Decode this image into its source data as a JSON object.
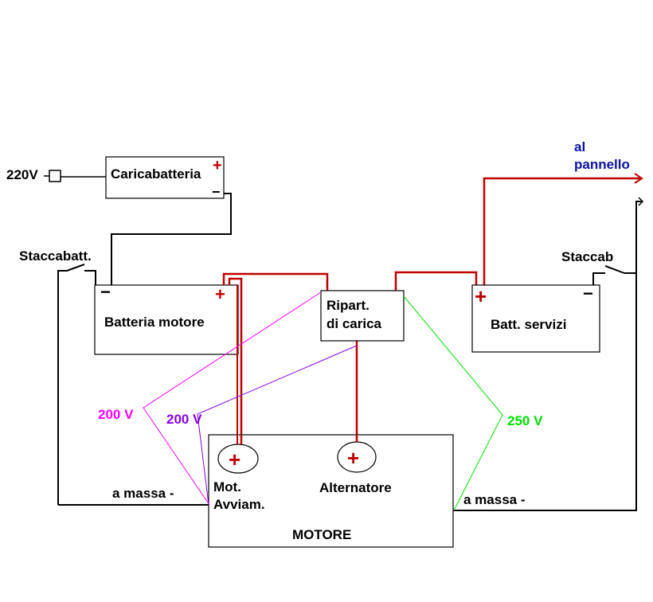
{
  "colors": {
    "background": "#ffffff",
    "wire_positive": "#c00000",
    "wire_ground": "#000000",
    "label_text": "#000000",
    "label_pannello": "#0a14a0",
    "measure_200_magenta": "#ff00ff",
    "measure_200_purple": "#8a00e6",
    "measure_250_green": "#00e000"
  },
  "labels": {
    "mains": "220V",
    "charger": "Caricabatteria",
    "charger_plus": "+",
    "charger_minus": "−",
    "switch_left": "Staccabatt.",
    "switch_right": "Staccab",
    "engine_battery": "Batteria motore",
    "engine_battery_minus": "−",
    "engine_battery_plus": "+",
    "splitter_line1": "Ripart.",
    "splitter_line2": "di carica",
    "service_battery": "Batt. servizi",
    "service_battery_plus": "+",
    "service_battery_minus": "−",
    "panel_line1": "al",
    "panel_line2": "pannello",
    "starter_plus": "+",
    "alternator_plus": "+",
    "starter_line1": "Mot.",
    "starter_line2": "Avviam.",
    "alternator": "Alternatore",
    "engine": "MOTORE",
    "ground_left": "a massa -",
    "ground_right": "a massa -",
    "measure_magenta": "200 V",
    "measure_purple": "200 V",
    "measure_green": "250 V"
  }
}
